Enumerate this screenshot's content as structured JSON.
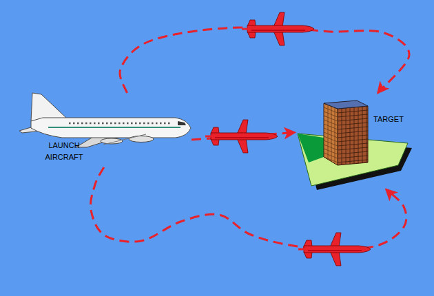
{
  "diagram": {
    "nodes": [
      {
        "text": [
          "LAUNCH AIRCRAFT"
        ]
      },
      {
        "text": [
          "TARGET"
        ]
      }
    ],
    "edges": [
      {
        "from": 0,
        "to": 1,
        "arrow": "to"
      },
      {
        "from": 0,
        "to": 1,
        "arrow": "to"
      },
      {
        "from": 0,
        "to": 1,
        "arrow": "to"
      }
    ]
  }
}
